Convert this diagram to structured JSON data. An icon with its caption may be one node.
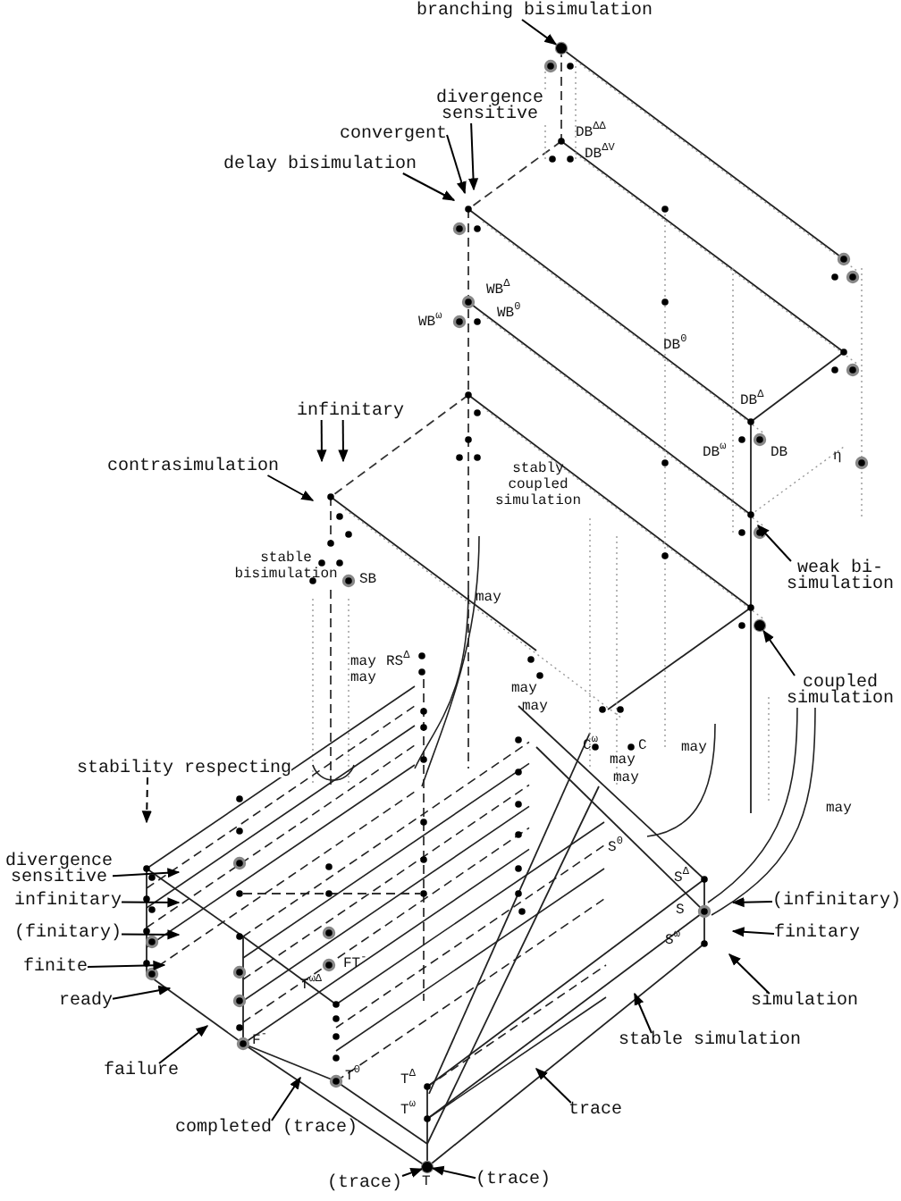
{
  "diagram": {
    "nodes": [
      {
        "text": [
          "branching bisimulation"
        ]
      },
      {
        "text": [
          "divergence sensitive"
        ]
      },
      {
        "text": [
          "convergent"
        ]
      },
      {
        "text": [
          "delay bisimulation"
        ]
      },
      {
        "text": [
          "infinitary"
        ]
      },
      {
        "text": [
          "contrasimulation"
        ]
      },
      {
        "text": [
          "weak bi-simulation"
        ]
      },
      {
        "text": [
          "coupled simulation"
        ]
      },
      {
        "text": [
          "stability respecting"
        ]
      },
      {
        "text": [
          "divergence sensitive"
        ]
      },
      {
        "text": [
          "infinitary"
        ]
      },
      {
        "text": [
          "(finitary)"
        ]
      },
      {
        "text": [
          "finite"
        ]
      },
      {
        "text": [
          "ready"
        ]
      },
      {
        "text": [
          "failure"
        ]
      },
      {
        "text": [
          "completed (trace)"
        ]
      },
      {
        "text": [
          "(trace)"
        ]
      },
      {
        "text": [
          "(infinitary)"
        ]
      },
      {
        "text": [
          "finitary"
        ]
      },
      {
        "text": [
          "simulation"
        ]
      },
      {
        "text": [
          "stable simulation"
        ]
      },
      {
        "text": [
          "trace"
        ]
      },
      {
        "text": [
          "(trace)"
        ]
      },
      {
        "text": [],
        "shape": "circle"
      },
      {
        "text": [],
        "shape": "circle"
      },
      {
        "text": [],
        "shape": "circle"
      }
    ],
    "edges": [
      {
        "from": 0,
        "to": 23,
        "arrow": "to"
      },
      {
        "from": 1,
        "to": null,
        "arrow": "to"
      },
      {
        "from": 2,
        "to": null,
        "arrow": "to"
      },
      {
        "from": 3,
        "to": null,
        "arrow": "to"
      },
      {
        "from": 4,
        "to": null,
        "arrow": "to"
      },
      {
        "from": 4,
        "to": null,
        "arrow": "to"
      },
      {
        "from": 5,
        "to": null,
        "arrow": "to"
      },
      {
        "from": 6,
        "to": null,
        "arrow": "to"
      },
      {
        "from": 7,
        "to": 24,
        "arrow": "to"
      },
      {
        "from": 8,
        "to": null,
        "arrow": "to",
        "style": "dashed"
      },
      {
        "from": 9,
        "to": null,
        "arrow": "to"
      },
      {
        "from": 10,
        "to": null,
        "arrow": "to"
      },
      {
        "from": 11,
        "to": null,
        "arrow": "to"
      },
      {
        "from": 12,
        "to": null,
        "arrow": "to"
      },
      {
        "from": 13,
        "to": null,
        "arrow": "to"
      },
      {
        "from": 14,
        "to": null,
        "arrow": "to"
      },
      {
        "from": 15,
        "to": null,
        "arrow": "to"
      },
      {
        "from": 16,
        "to": 25,
        "arrow": "to"
      },
      {
        "from": 17,
        "to": null,
        "arrow": "to"
      },
      {
        "from": 18,
        "to": null,
        "arrow": "to"
      },
      {
        "from": 19,
        "to": null,
        "arrow": "to"
      },
      {
        "from": 20,
        "to": null,
        "arrow": "to"
      },
      {
        "from": 21,
        "to": null,
        "arrow": "to"
      },
      {
        "from": 22,
        "to": 25,
        "arrow": "to"
      }
    ],
    "labels": [
      "DB$^{ΔΔ}$",
      "DB$^{ΔV}$",
      "WB$^{Δ}$",
      "WB$^{0}$",
      "WB$^{ω}$",
      "DB$^{0}$",
      "DB$^{Δ}$",
      "DB$^{ω}$",
      "DB",
      "η",
      "stably coupled simulation",
      "stable bisimulation",
      "SB",
      "may",
      "may",
      "RS$^{Δ}$",
      "may",
      "may",
      "may",
      "C$^{ω}$",
      "C",
      "may",
      "may",
      "may",
      "may",
      "S$^{0}$",
      "S$^{Δ}$",
      "S",
      "S$^{ω}$",
      "FT$^{-}$",
      "T$^{ωΔ}$",
      "F$^{-}$",
      "T$^{0}$",
      "T$^{Δ}$",
      "T$^{ω}$",
      "T"
    ]
  }
}
